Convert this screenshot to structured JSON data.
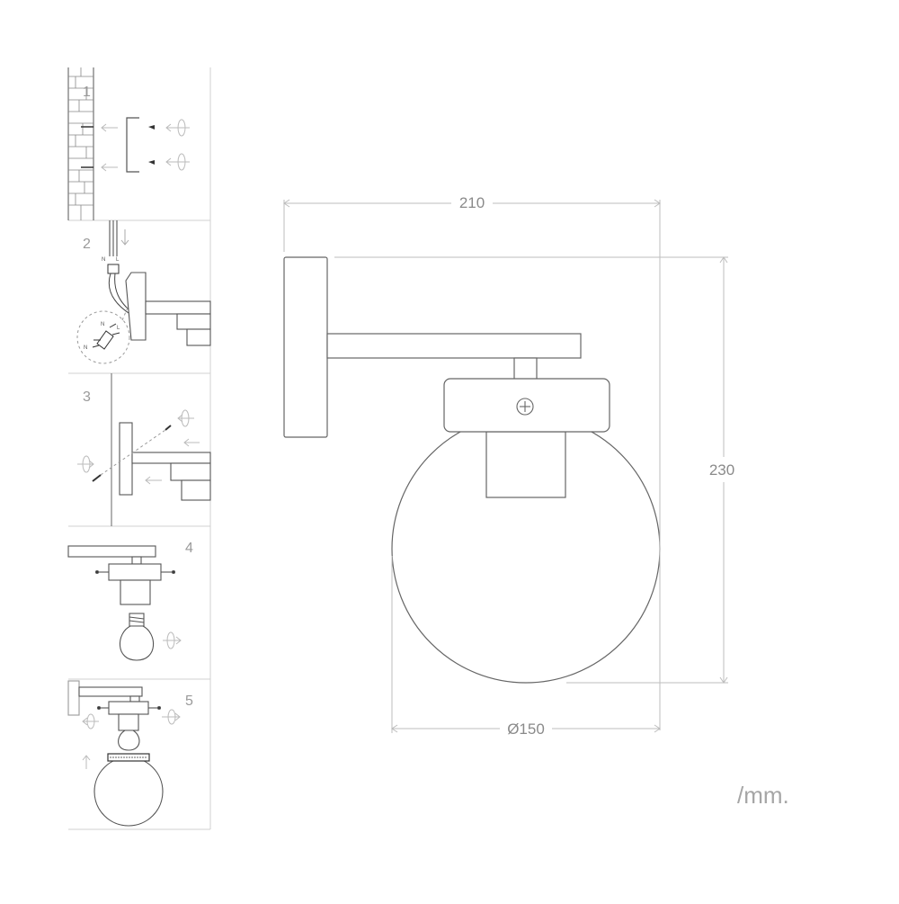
{
  "steps": [
    {
      "label": "1"
    },
    {
      "label": "2"
    },
    {
      "label": "3"
    },
    {
      "label": "4"
    },
    {
      "label": "5"
    }
  ],
  "wiring": {
    "neutral": "N",
    "live": "L"
  },
  "dimensions": {
    "width": "210",
    "height": "230",
    "diameter": "Ø150"
  },
  "unit_label": "/mm.",
  "colors": {
    "line": "#555555",
    "dim_line": "#bdbdbd",
    "panel_border": "#d0d0d0"
  }
}
